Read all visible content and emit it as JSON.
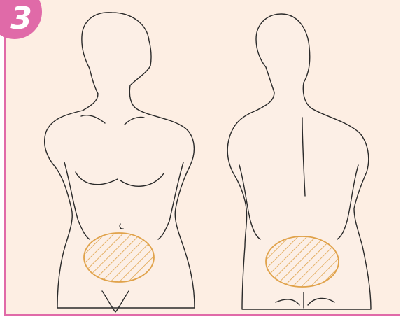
{
  "step": {
    "number": "3"
  },
  "colors": {
    "accent": "#e06aa8",
    "panel": "#fdeee3",
    "skin": "#fcefe6",
    "outline": "#2a2a2a",
    "hatch": "#e0a24a"
  },
  "figures": [
    {
      "view": "front",
      "highlight": "lower-abdomen"
    },
    {
      "view": "back",
      "highlight": "lower-back"
    }
  ]
}
